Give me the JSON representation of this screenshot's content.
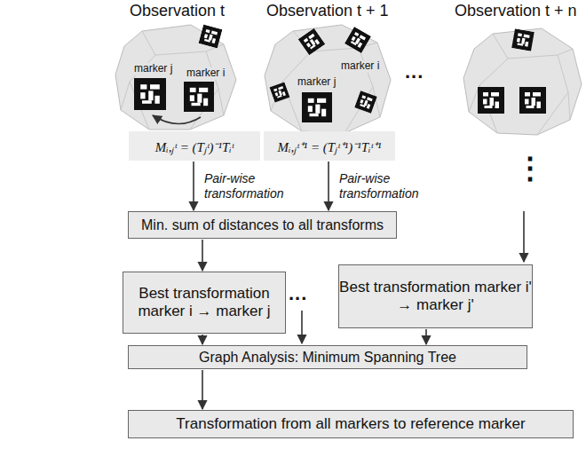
{
  "diagram": {
    "nodes": [
      {
        "text": [
          "Mᵢ,ⱼᵗ = (Tⱼᵗ)⁻¹Tᵢᵗ"
        ]
      },
      {
        "text": [
          "Mᵢ,ⱼᵗ⁺¹ = (Tⱼᵗ⁺¹)⁻¹Tᵢᵗ⁺¹"
        ]
      },
      {
        "text": [
          "Min. sum of distances to all transforms"
        ]
      },
      {
        "text": [
          "Best transformation marker i → marker j"
        ]
      },
      {
        "text": [
          "Best transformation marker i' → marker j'"
        ]
      },
      {
        "text": [
          "Graph Analysis: Minimum Spanning Tree"
        ]
      },
      {
        "text": [
          "Transformation from all markers to reference marker"
        ]
      }
    ],
    "edges": [
      {
        "from": 0,
        "to": 2,
        "arrow": "to",
        "label": "Pair-wise transformation"
      },
      {
        "from": 1,
        "to": 2,
        "arrow": "to",
        "label": "Pair-wise transformation"
      },
      {
        "from": 2,
        "to": 3,
        "arrow": "to"
      },
      {
        "from": 3,
        "to": 5,
        "arrow": "to"
      },
      {
        "from": 4,
        "to": 5,
        "arrow": "to"
      },
      {
        "from": 5,
        "to": 6,
        "arrow": "to"
      }
    ],
    "labels": [
      "Observation t",
      "Observation t + 1",
      "Observation t + n",
      "marker j",
      "marker i",
      "marker j",
      "marker i",
      "...",
      "⋮",
      "..."
    ]
  }
}
